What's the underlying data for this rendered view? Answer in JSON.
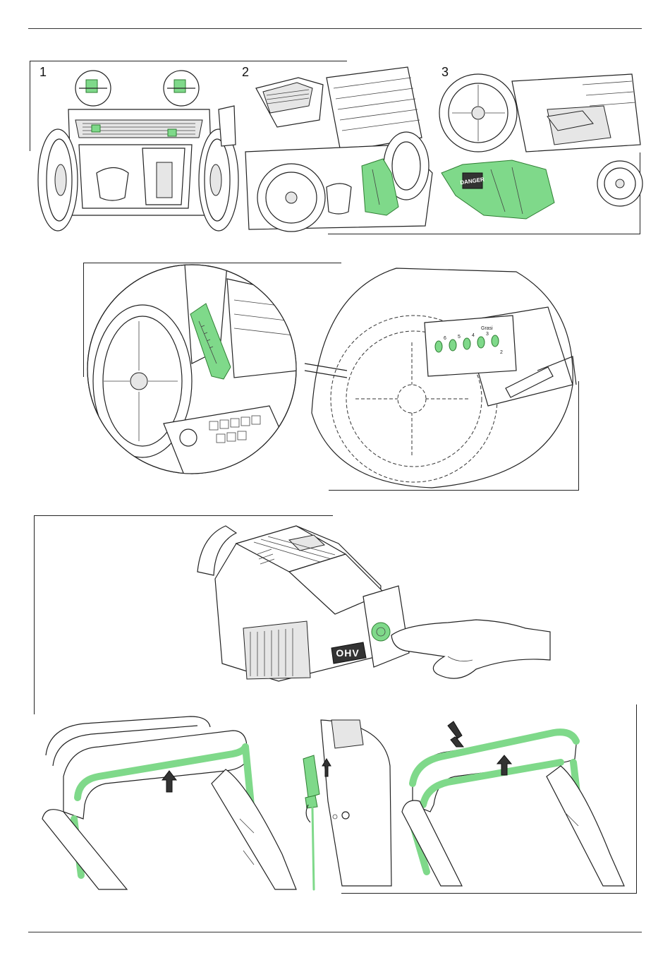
{
  "page": {
    "figure_numbers": [
      "1",
      "2",
      "3"
    ]
  },
  "figures": {
    "fig3": {
      "danger_label": "DANGER"
    },
    "height_dial": {
      "scale_label": "Grasi",
      "positions": [
        "6",
        "5",
        "4",
        "3",
        "2"
      ]
    },
    "engine": {
      "brand_label": "OHV"
    }
  },
  "colors": {
    "highlight": "#7fd98a",
    "ink": "#222222"
  }
}
